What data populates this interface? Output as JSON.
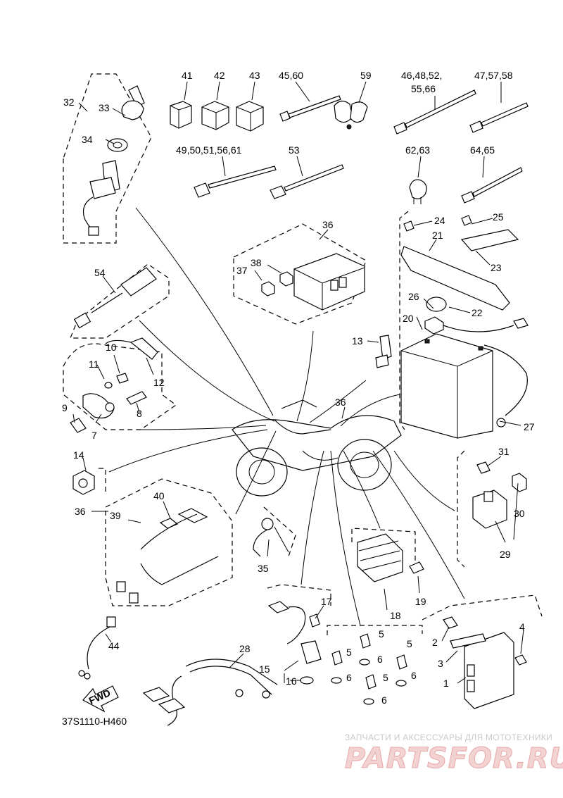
{
  "diagram_code": "37S1110-H460",
  "fwd_label": "FWD",
  "watermark": {
    "tagline": "ЗАПЧАСТИ И АКСЕССУАРЫ ДЛЯ МОТОТЕХНИКИ",
    "brand": "PARTSFOR.RU"
  },
  "callouts": {
    "p1": "1",
    "p2": "2",
    "p3": "3",
    "p4": "4",
    "p5a": "5",
    "p5b": "5",
    "p5c": "5",
    "p5d": "5",
    "p6a": "6",
    "p6b": "6",
    "p6c": "6",
    "p6d": "6",
    "p7": "7",
    "p8": "8",
    "p9": "9",
    "p10": "10",
    "p11": "11",
    "p12": "12",
    "p13": "13",
    "p14": "14",
    "p15": "15",
    "p16": "16",
    "p17": "17",
    "p18": "18",
    "p19": "19",
    "p20": "20",
    "p21": "21",
    "p22": "22",
    "p23": "23",
    "p24": "24",
    "p25": "25",
    "p26": "26",
    "p27": "27",
    "p28": "28",
    "p29": "29",
    "p30": "30",
    "p31": "31",
    "p32": "32",
    "p33": "33",
    "p34": "34",
    "p35": "35",
    "p36a": "36",
    "p36b": "36",
    "p36c": "36",
    "p37": "37",
    "p38": "38",
    "p39": "39",
    "p40": "40",
    "p41": "41",
    "p42": "42",
    "p43": "43",
    "p44": "44",
    "p45_60": "45,60",
    "p46_48_52_a": "46,48,52,",
    "p46_48_52_b": "55,66",
    "p47_57_58": "47,57,58",
    "p49_61": "49,50,51,56,61",
    "p53": "53",
    "p54": "54",
    "p59": "59",
    "p62_63": "62,63",
    "p64_65": "64,65"
  }
}
